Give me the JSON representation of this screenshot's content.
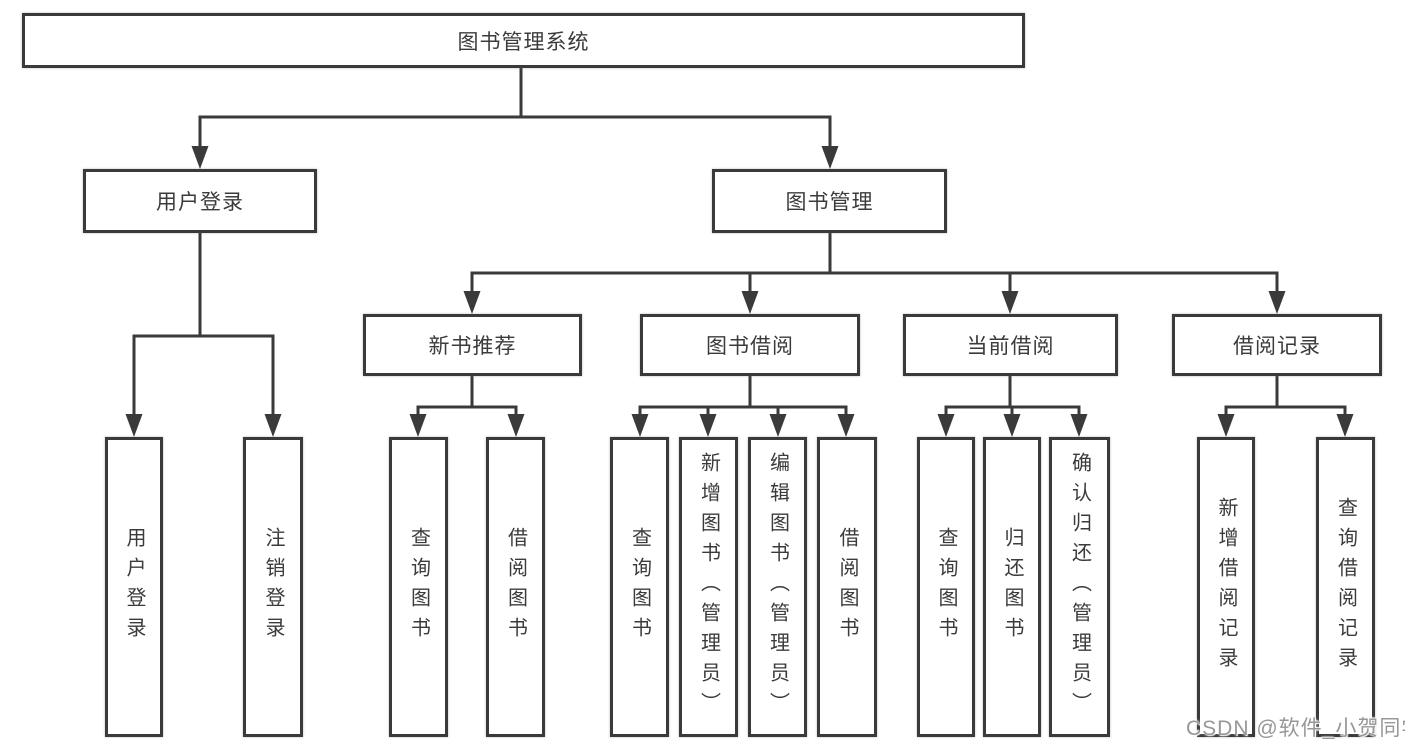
{
  "tree": {
    "label": "图书管理系统",
    "children": [
      {
        "label": "用户登录",
        "children": [
          {
            "label": "用户登录"
          },
          {
            "label": "注销登录"
          }
        ]
      },
      {
        "label": "图书管理",
        "children": [
          {
            "label": "新书推荐",
            "children": [
              {
                "label": "查询图书"
              },
              {
                "label": "借阅图书"
              }
            ]
          },
          {
            "label": "图书借阅",
            "children": [
              {
                "label": "查询图书"
              },
              {
                "label": "新增图书（管理员）"
              },
              {
                "label": "编辑图书（管理员）"
              },
              {
                "label": "借阅图书"
              }
            ]
          },
          {
            "label": "当前借阅",
            "children": [
              {
                "label": "查询图书"
              },
              {
                "label": "归还图书"
              },
              {
                "label": "确认归还（管理员）"
              }
            ]
          },
          {
            "label": "借阅记录",
            "children": [
              {
                "label": "新增借阅记录"
              },
              {
                "label": "查询借阅记录"
              }
            ]
          }
        ]
      }
    ]
  },
  "watermark": {
    "text": "CSDN @软件_小贺同学"
  },
  "colors": {
    "line": "#3a3a3a",
    "box_border": "#3a3a3a",
    "text": "#3b3b3b",
    "background": "#ffffff",
    "watermark": "#979797"
  }
}
